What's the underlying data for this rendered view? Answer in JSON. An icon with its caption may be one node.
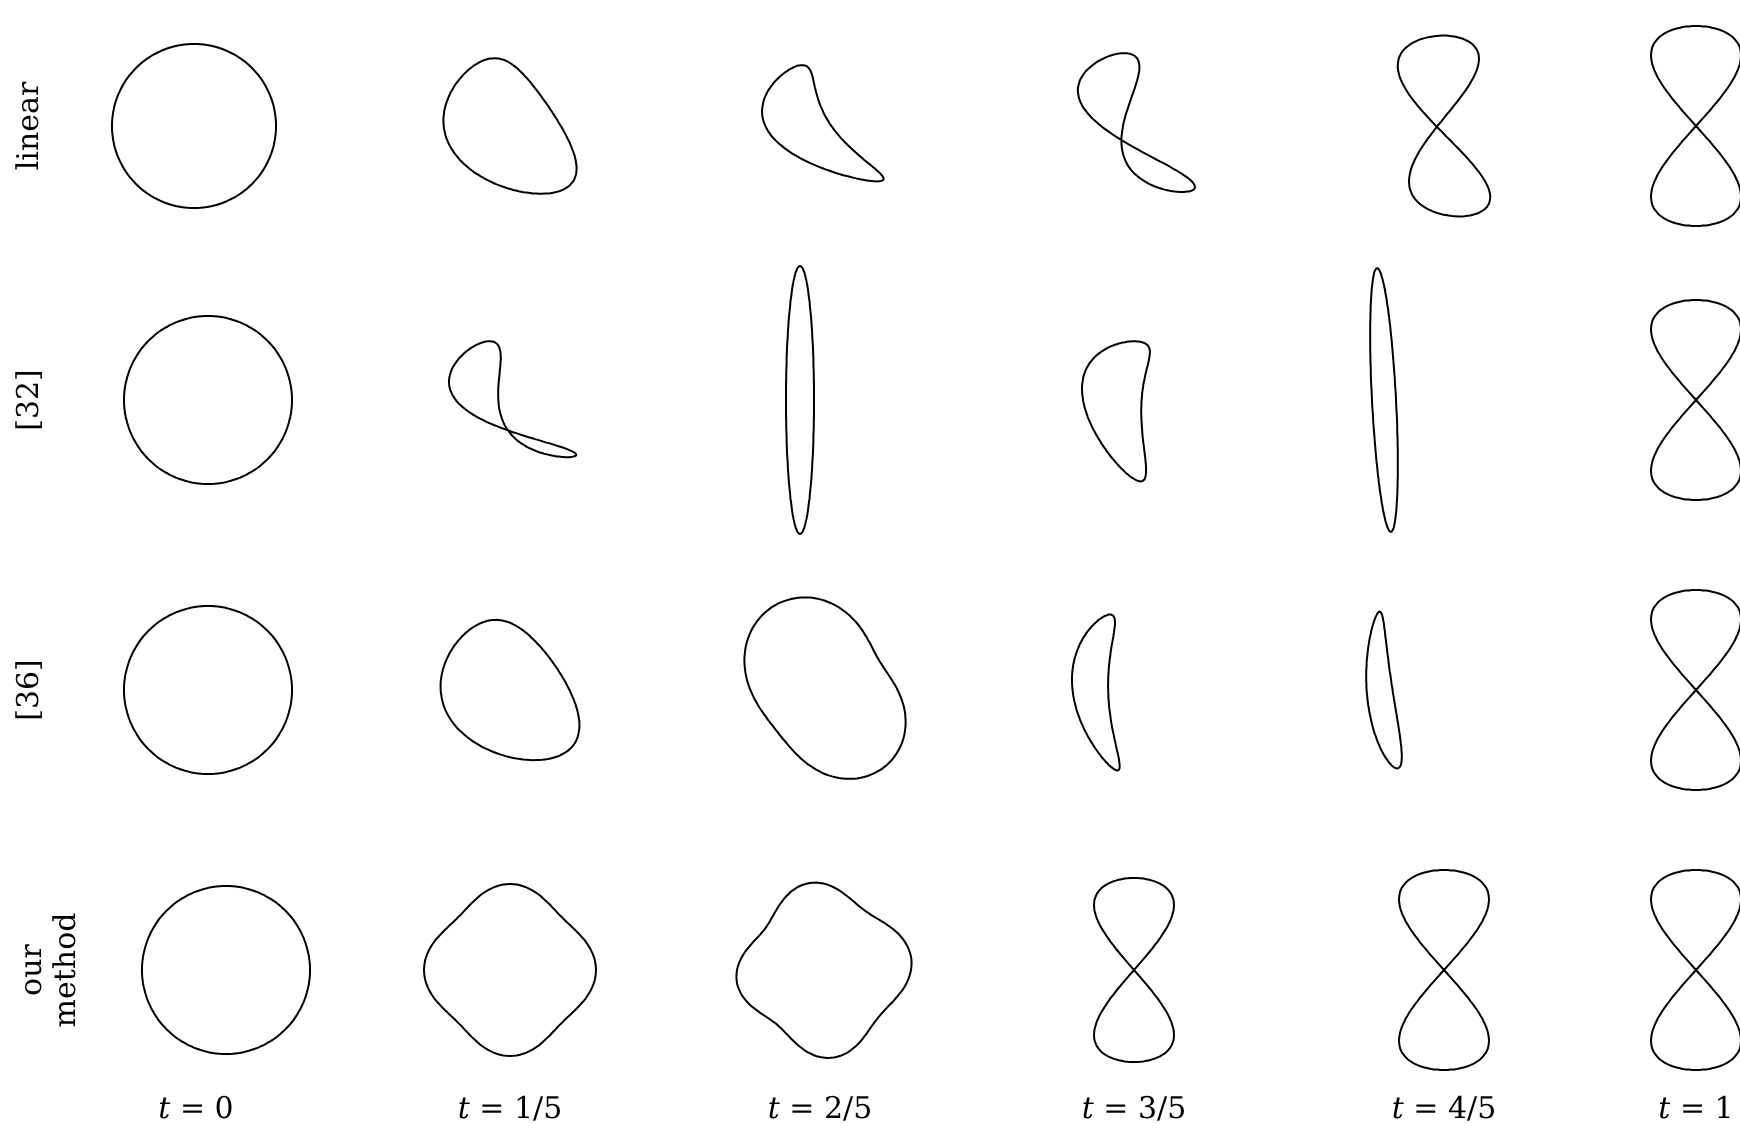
{
  "diagram": {
    "labels": [
      "linear",
      "[32]",
      "[36]",
      "our method",
      "*t* = 0",
      "*t* = 1/5",
      "*t* = 2/5",
      "*t* = 3/5",
      "*t* = 4/5",
      "*t* = 1"
    ]
  }
}
